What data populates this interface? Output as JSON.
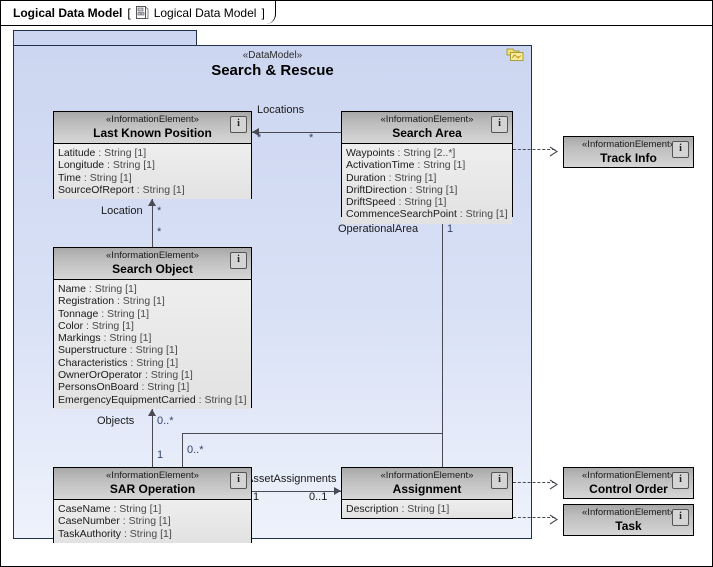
{
  "tab": {
    "title": "Logical Data Model",
    "bracket_open": "[",
    "icon": "diagram-icon",
    "sub_title": "Logical Data Model",
    "bracket_close": "]"
  },
  "package": {
    "stereotype": "«DataModel»",
    "name": "Search & Rescue",
    "icon": "package-folder-icon",
    "fill_color": "#d9e1f6",
    "border_color": "#20304f"
  },
  "classes": [
    {
      "id": "last-known-position",
      "stereotype": "«InformationElement»",
      "name": "Last Known Position",
      "badge": "i",
      "attributes": [
        {
          "name": "Latitude",
          "type": " : String [1]"
        },
        {
          "name": "Longitude",
          "type": " : String [1]"
        },
        {
          "name": "Time",
          "type": " : String [1]"
        },
        {
          "name": "SourceOfReport",
          "type": " : String [1]"
        }
      ]
    },
    {
      "id": "search-area",
      "stereotype": "«InformationElement»",
      "name": "Search Area",
      "badge": "i",
      "attributes": [
        {
          "name": "Waypoints",
          "type": " : String [2..*]"
        },
        {
          "name": "ActivationTime",
          "type": " : String [1]"
        },
        {
          "name": "Duration",
          "type": " : String [1]"
        },
        {
          "name": "DriftDirection",
          "type": " : String [1]"
        },
        {
          "name": "DriftSpeed",
          "type": " : String [1]"
        },
        {
          "name": "CommenceSearchPoint",
          "type": " : String [1]"
        }
      ]
    },
    {
      "id": "search-object",
      "stereotype": "«InformationElement»",
      "name": "Search Object",
      "badge": "i",
      "attributes": [
        {
          "name": "Name",
          "type": " : String [1]"
        },
        {
          "name": "Registration",
          "type": " : String [1]"
        },
        {
          "name": "Tonnage",
          "type": " : String [1]"
        },
        {
          "name": "Color",
          "type": " : String [1]"
        },
        {
          "name": "Markings",
          "type": " : String [1]"
        },
        {
          "name": "Superstructure",
          "type": " : String [1]"
        },
        {
          "name": "Characteristics",
          "type": " : String [1]"
        },
        {
          "name": "OwnerOrOperator",
          "type": " : String [1]"
        },
        {
          "name": "PersonsOnBoard",
          "type": " : String [1]"
        },
        {
          "name": "EmergencyEquipmentCarried",
          "type": " : String [1]"
        }
      ]
    },
    {
      "id": "sar-operation",
      "stereotype": "«InformationElement»",
      "name": "SAR Operation",
      "badge": "i",
      "attributes": [
        {
          "name": "CaseName",
          "type": " : String [1]"
        },
        {
          "name": "CaseNumber",
          "type": " : String [1]"
        },
        {
          "name": "TaskAuthority",
          "type": " : String [1]"
        }
      ]
    },
    {
      "id": "assignment",
      "stereotype": "«InformationElement»",
      "name": "Assignment",
      "badge": "i",
      "attributes": [
        {
          "name": "Description",
          "type": " : String [1]"
        }
      ]
    },
    {
      "id": "track-info",
      "stereotype": "«InformationElement»",
      "name": "Track Info",
      "badge": "i",
      "attributes": []
    },
    {
      "id": "control-order",
      "stereotype": "«InformationElement»",
      "name": "Control Order",
      "badge": "i",
      "attributes": []
    },
    {
      "id": "task",
      "stereotype": "«InformationElement»",
      "name": "Task",
      "badge": "i",
      "attributes": []
    }
  ],
  "associations": {
    "locations": {
      "label": "Locations",
      "source_mult": "*",
      "target_mult": "*"
    },
    "location": {
      "label": "Location",
      "source_mult": "*",
      "target_mult": "*"
    },
    "operational_area": {
      "label": "OperationalArea",
      "mult": "1"
    },
    "objects": {
      "label": "Objects",
      "source_mult": "0..*",
      "target_mult": "1"
    },
    "search_area_link": {
      "mult_top": "1",
      "mult_bottom": "0..*"
    },
    "asset_assignments": {
      "label": "AssetAssignments",
      "source_mult": "1",
      "target_mult": "0..1"
    }
  }
}
